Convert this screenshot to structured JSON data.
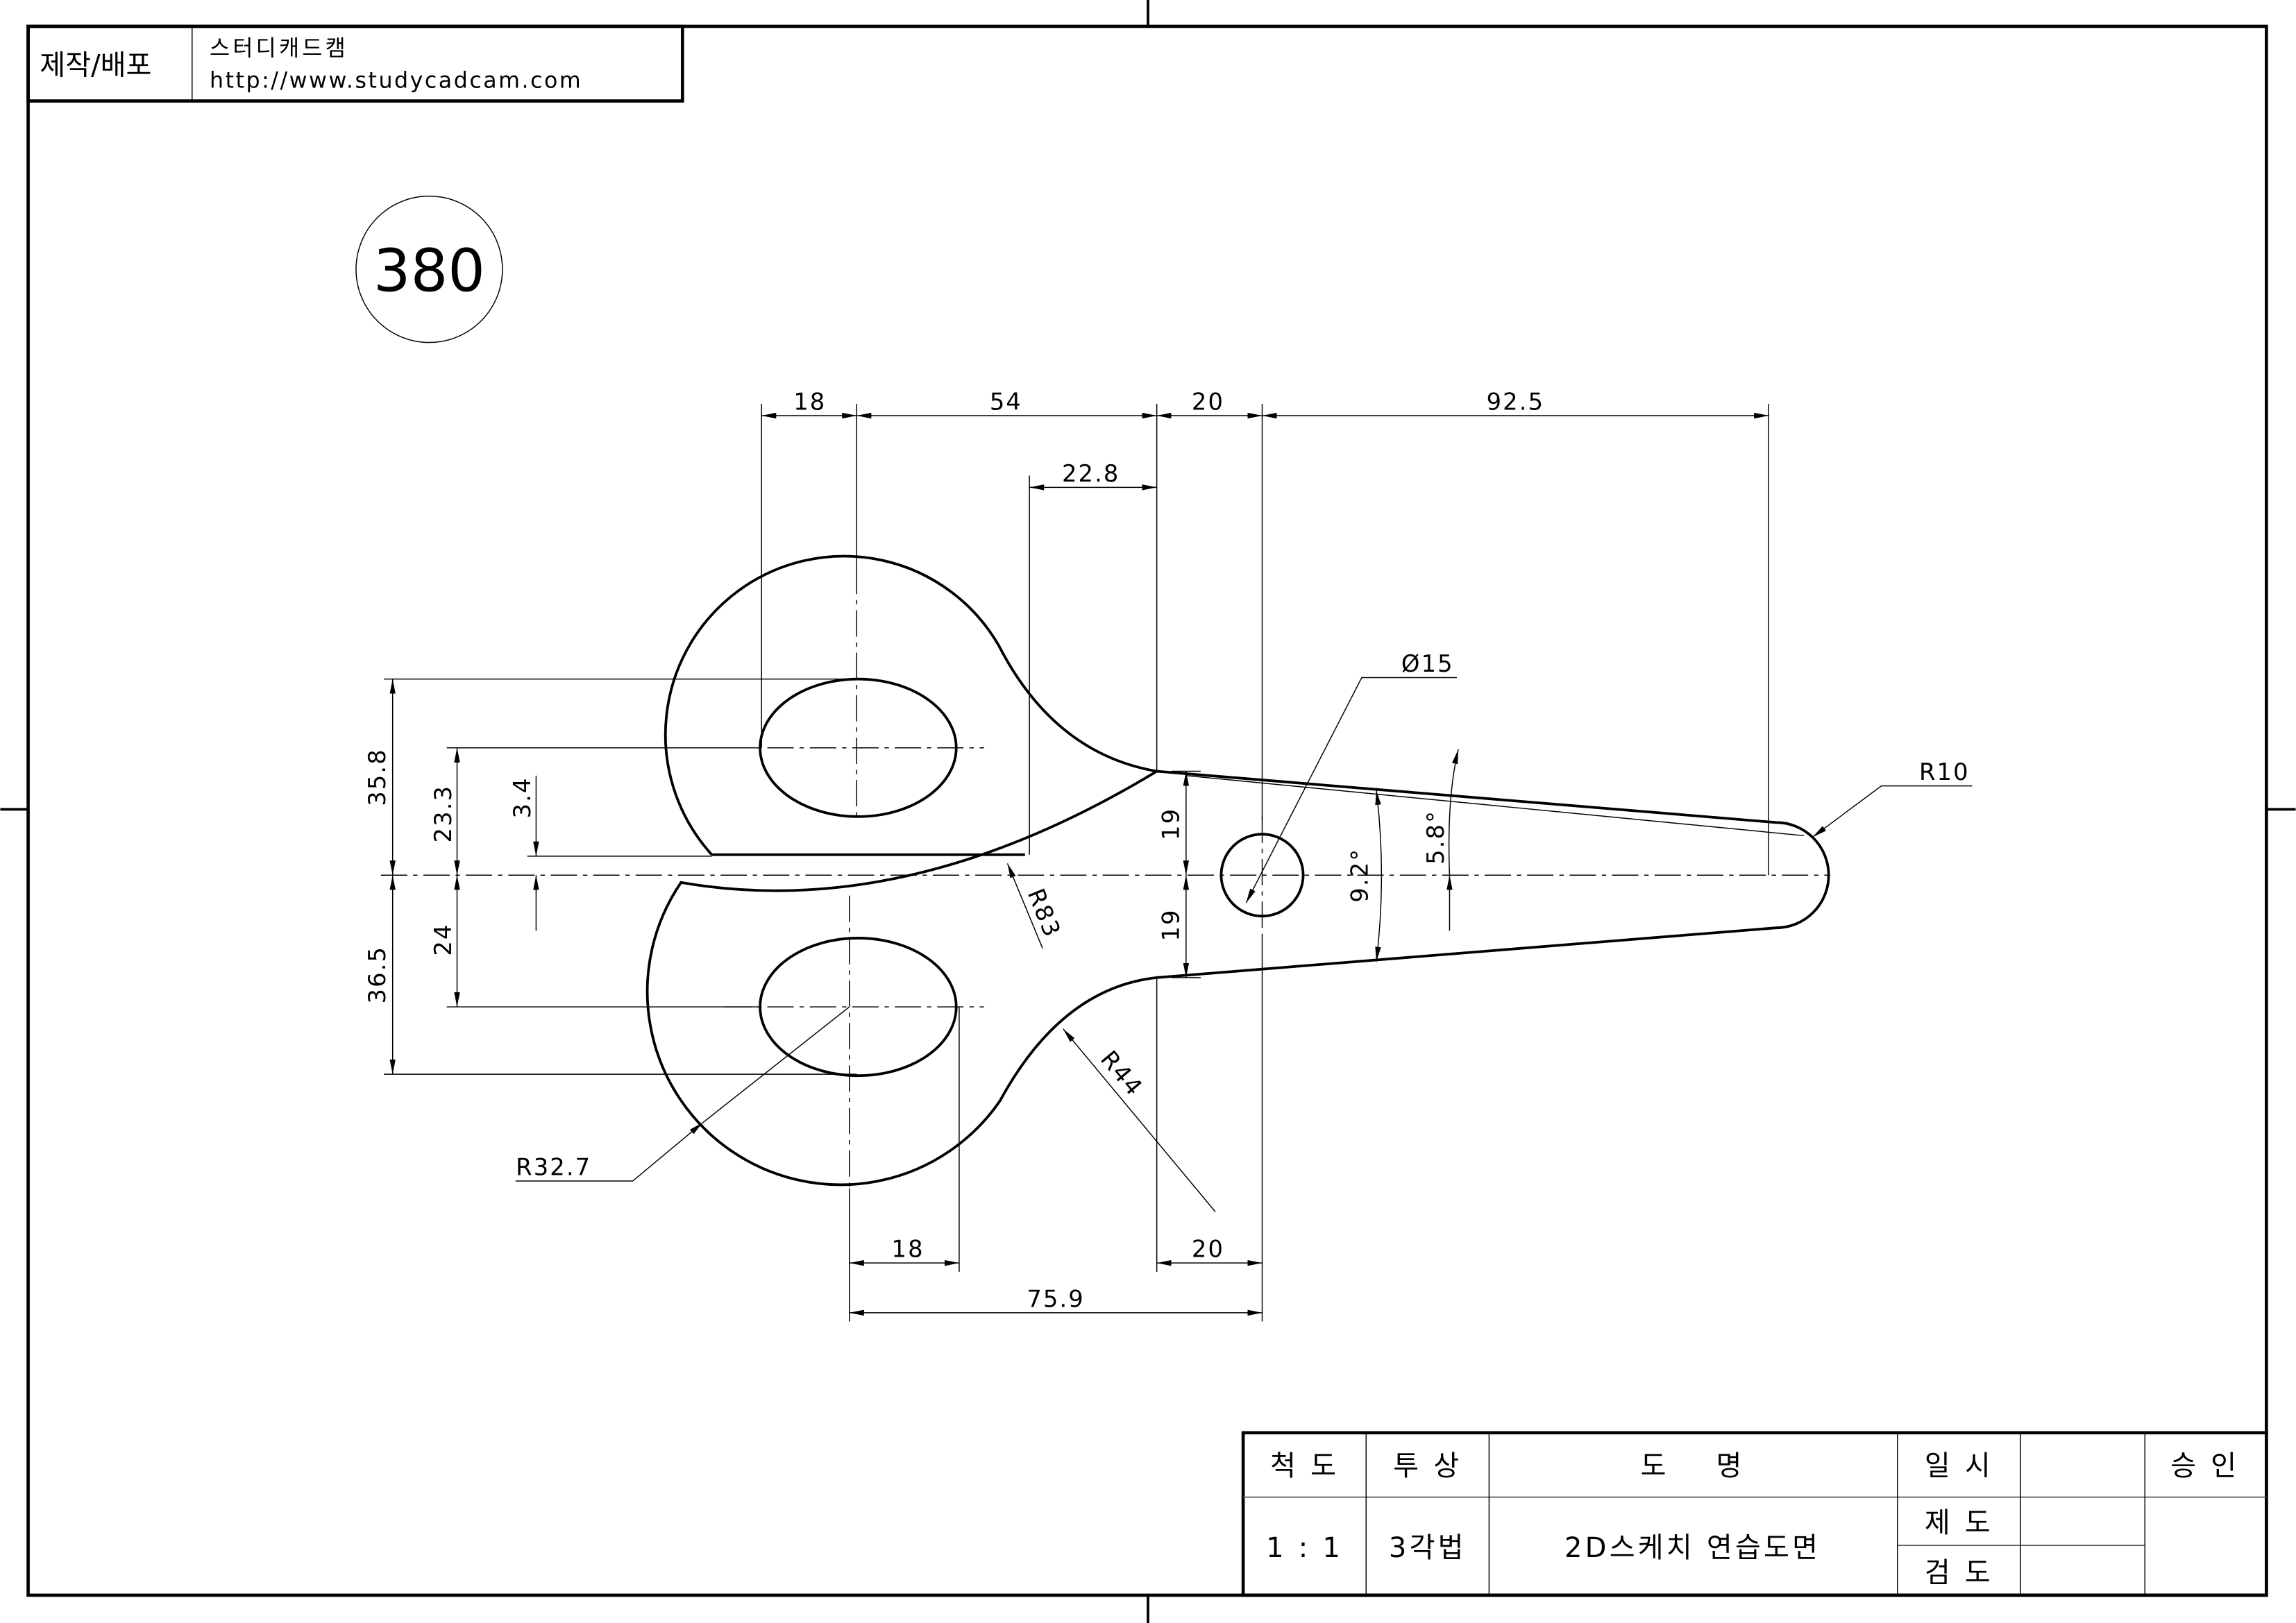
{
  "header": {
    "label": "제작/배포",
    "company": "스터디캐드캠",
    "url": "http://www.studycadcam.com"
  },
  "drawing_number": "380",
  "dimensions": {
    "top_18": "18",
    "top_54": "54",
    "top_20": "20",
    "top_92_5": "92.5",
    "d22_8": "22.8",
    "dia15": "Ø15",
    "r10": "R10",
    "left_35_8": "35.8",
    "left_23_3": "23.3",
    "left_3_4": "3.4",
    "left_24": "24",
    "left_36_5": "36.5",
    "mid_19_upper": "19",
    "mid_19_lower": "19",
    "angle_9_2": "9.2°",
    "angle_5_8": "5.8°",
    "r83": "R83",
    "r44": "R44",
    "r32_7": "R32.7",
    "bottom_18": "18",
    "bottom_20": "20",
    "bottom_75_9": "75.9"
  },
  "title_block": {
    "scale_label": "척 도",
    "projection_label": "투 상",
    "name_label": "도    명",
    "date_label": "일 시",
    "approval_label": "승 인",
    "scale_value": "1 : 1",
    "projection_value": "3각법",
    "name_value": "2D스케치 연습도면",
    "drawn_label": "제 도",
    "checked_label": "검 도"
  }
}
